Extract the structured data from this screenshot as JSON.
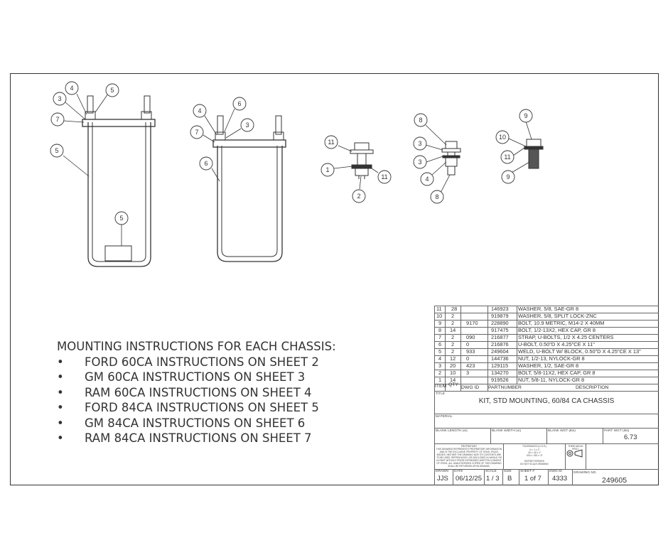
{
  "drawing": {
    "balloons": [
      {
        "id": "b1",
        "label": "4"
      },
      {
        "id": "b2",
        "label": "5"
      },
      {
        "id": "b3",
        "label": "3"
      },
      {
        "id": "b4",
        "label": "7"
      },
      {
        "id": "b5",
        "label": "5"
      },
      {
        "id": "b6",
        "label": "5"
      },
      {
        "id": "b7",
        "label": "6"
      },
      {
        "id": "b8",
        "label": "4"
      },
      {
        "id": "b9",
        "label": "7"
      },
      {
        "id": "b10",
        "label": "3"
      },
      {
        "id": "b11",
        "label": "6"
      },
      {
        "id": "b12",
        "label": "11"
      },
      {
        "id": "b13",
        "label": "1"
      },
      {
        "id": "b14",
        "label": "11"
      },
      {
        "id": "b15",
        "label": "2"
      },
      {
        "id": "b16",
        "label": "8"
      },
      {
        "id": "b17",
        "label": "3"
      },
      {
        "id": "b18",
        "label": "3"
      },
      {
        "id": "b19",
        "label": "4"
      },
      {
        "id": "b20",
        "label": "8"
      },
      {
        "id": "b21",
        "label": "9"
      },
      {
        "id": "b22",
        "label": "10"
      },
      {
        "id": "b23",
        "label": "11"
      },
      {
        "id": "b24",
        "label": "9"
      }
    ]
  },
  "notes": {
    "heading": "MOUNTING INSTRUCTIONS FOR EACH CHASSIS:",
    "items": [
      "FORD 60CA INSTRUCTIONS ON SHEET 2",
      "GM 60CA INSTRUCTIONS ON SHEET 3",
      "RAM 60CA INSTRUCTIONS ON SHEET 4",
      "FORD 84CA INSTRUCTIONS ON SHEET 5",
      "GM 84CA INSTRUCTIONS ON SHEET 6",
      "RAM 84CA INSTRUCTIONS ON SHEET 7"
    ]
  },
  "bom": {
    "headers": {
      "item": "ITEM",
      "qty": "QTY",
      "dwg": "DWG ID",
      "part": "PARTNUMBER",
      "desc": "DESCRIPTION"
    },
    "rows": [
      {
        "item": "11",
        "qty": "28",
        "dwg": "",
        "part": "146923",
        "desc": "WASHER, 5/8, SAE-GR 8"
      },
      {
        "item": "10",
        "qty": "2",
        "dwg": "",
        "part": "919879",
        "desc": "WASHER, 5/8, SPLIT LOCK-ZNC"
      },
      {
        "item": "9",
        "qty": "2",
        "dwg": "9170",
        "part": "228890",
        "desc": "BOLT, 10.9 METRIC, M14-2 X 40MM"
      },
      {
        "item": "8",
        "qty": "14",
        "dwg": "",
        "part": "917475",
        "desc": "BOLT, 1/2-13X2, HEX CAP, GR 8"
      },
      {
        "item": "7",
        "qty": "2",
        "dwg": "090",
        "part": "216877",
        "desc": "STRAP, U-BOLTS, 1/2 X 4.25 CENTERS"
      },
      {
        "item": "6",
        "qty": "2",
        "dwg": "0",
        "part": "216876",
        "desc": "U-BOLT, 0.50\"D X 4.25\"CE X 11\""
      },
      {
        "item": "5",
        "qty": "2",
        "dwg": "933",
        "part": "249604",
        "desc": "WELD, U-BOLT W/ BLOCK, 0.50\"D X 4.25\"CE X 13\""
      },
      {
        "item": "4",
        "qty": "12",
        "dwg": "0",
        "part": "144736",
        "desc": "NUT, 1/2-13, NYLOCK-GR 8"
      },
      {
        "item": "3",
        "qty": "20",
        "dwg": "423",
        "part": "129115",
        "desc": "WASHER, 1/2, SAE-GR 8"
      },
      {
        "item": "2",
        "qty": "10",
        "dwg": "3",
        "part": "134270",
        "desc": "BOLT, 5/8-11X2, HEX CAP, GR 8"
      },
      {
        "item": "1",
        "qty": "14",
        "dwg": "",
        "part": "919526",
        "desc": "NUT, 5/8-11, NYLOCK-GR 8"
      }
    ]
  },
  "title_block": {
    "title_label": "TITLE",
    "title": "KIT, STD MOUNTING, 60/84 CA CHASSIS",
    "material_label": "MATERIAL",
    "blank_length_label": "BLANK LENGTH (in)",
    "blank_width_label": "BLANK WIDTH (in)",
    "blank_wgt_label": "BLANK WGT (lbs)",
    "part_wgt_label": "PART WGT (lbs)",
    "part_wgt": "6.73",
    "proprietary_heading": "PROPRIETARY",
    "proprietary_text": "THIS DRAWING REPRESENTS PROPRIETARY INFORMATION AND IS THE EXCLUSIVE PROPERTY OF STAHL TRUCK BODIES. NEITHER THE DRAWING NOR ITS CONTENTS ARE TO BE USED, REPRODUCED, OR DISCLOSED IN WHOLE OR IN PART WITHOUT PRIOR EXPRESSED WRITTEN CONSENT OF STAHL. ALL UNAUTHORIZED COPIES OF THIS DRAWING SHALL BE RETURNED UPON DEMAND.",
    "tolerances_label": "TOLERANCES (U.O.S.)",
    "tol_1": ".0 ± .1 ± 2°",
    ".tol_placeholder": null,
    "tol_2": ".00 ± .06 ± 1°",
    "tol_3": ".000 ± .030 ± .5°",
    "report_errors": "REPORT ERRORS",
    "do_not_scale": "DO NOT SCALE DRAWING",
    "third_angle": "THIRD ANGLE PROJ.",
    "drawn_label": "DRAWN",
    "drawn": "JJS",
    "date_label": "DATE",
    "date": "06/12/25",
    "scale_label": "SCALE",
    "scale": "1 / 3",
    "size_label": "SIZE",
    "size": "B",
    "sheet_label": "SHEET #",
    "sheet": "1 of 7",
    "dwg_id_label": "DWG ID",
    "dwg_id": "4333",
    "drawing_no_label": "DRAWING NO.",
    "drawing_no": "249605"
  }
}
